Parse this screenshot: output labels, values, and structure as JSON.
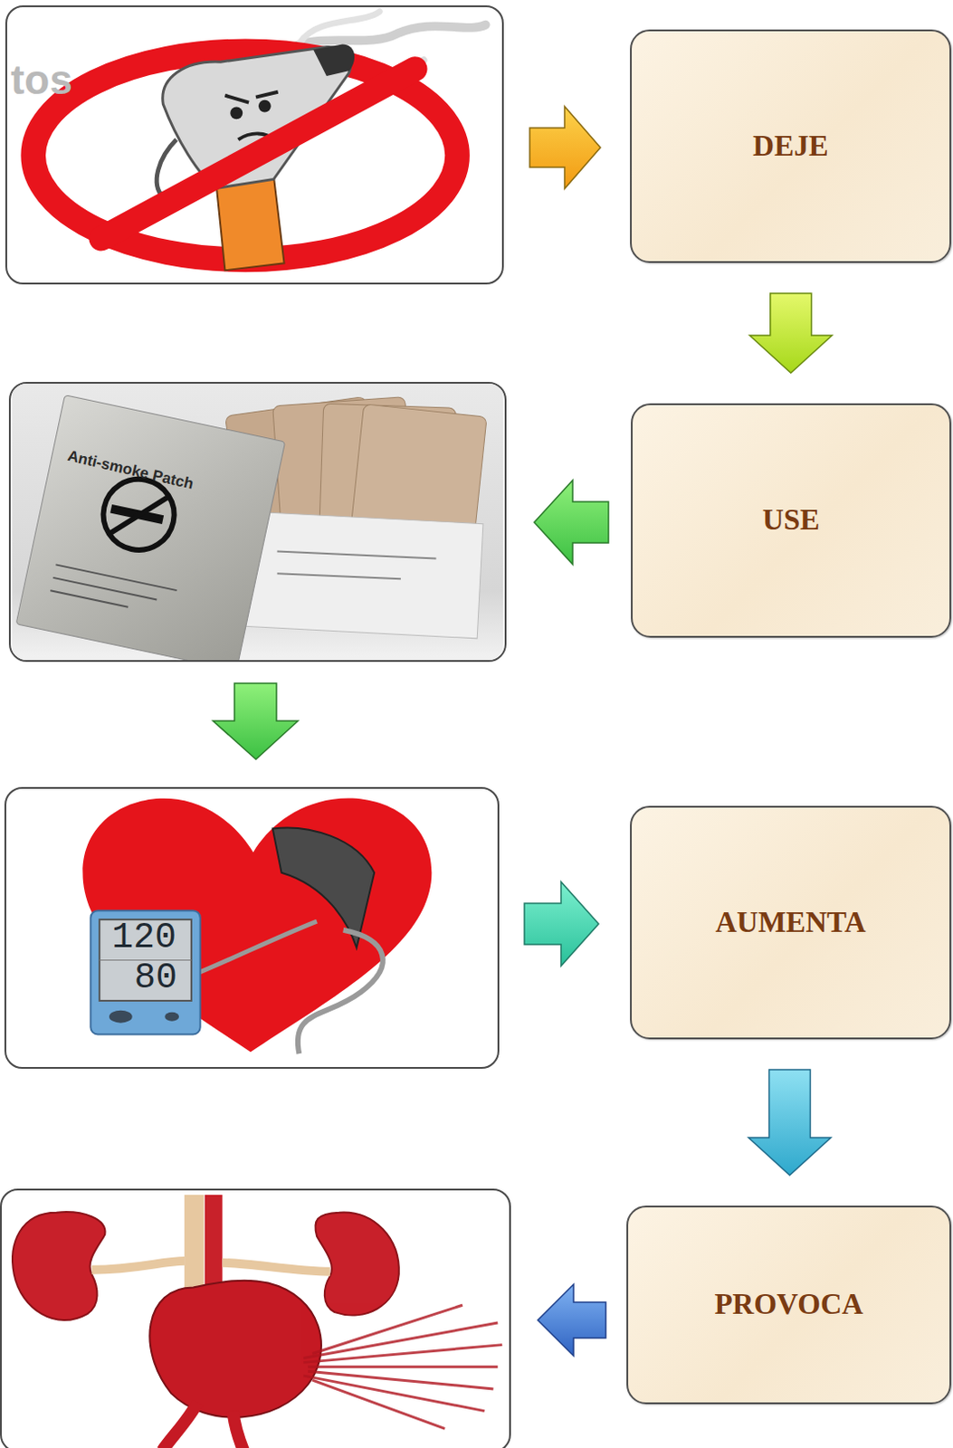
{
  "diagram": {
    "nodes": [
      {
        "text": [
          "DEJE"
        ]
      },
      {
        "text": [
          "USE"
        ]
      },
      {
        "text": [
          "AUMENTA"
        ]
      },
      {
        "text": [
          "PROVOCA"
        ]
      }
    ],
    "edges": [
      {
        "from": 0,
        "to": 1,
        "arrow": "to"
      },
      {
        "from": 2,
        "to": 3,
        "arrow": "to"
      }
    ],
    "labels": [
      "tos",
      "Anti-smoke Patch",
      "120",
      "80"
    ]
  }
}
